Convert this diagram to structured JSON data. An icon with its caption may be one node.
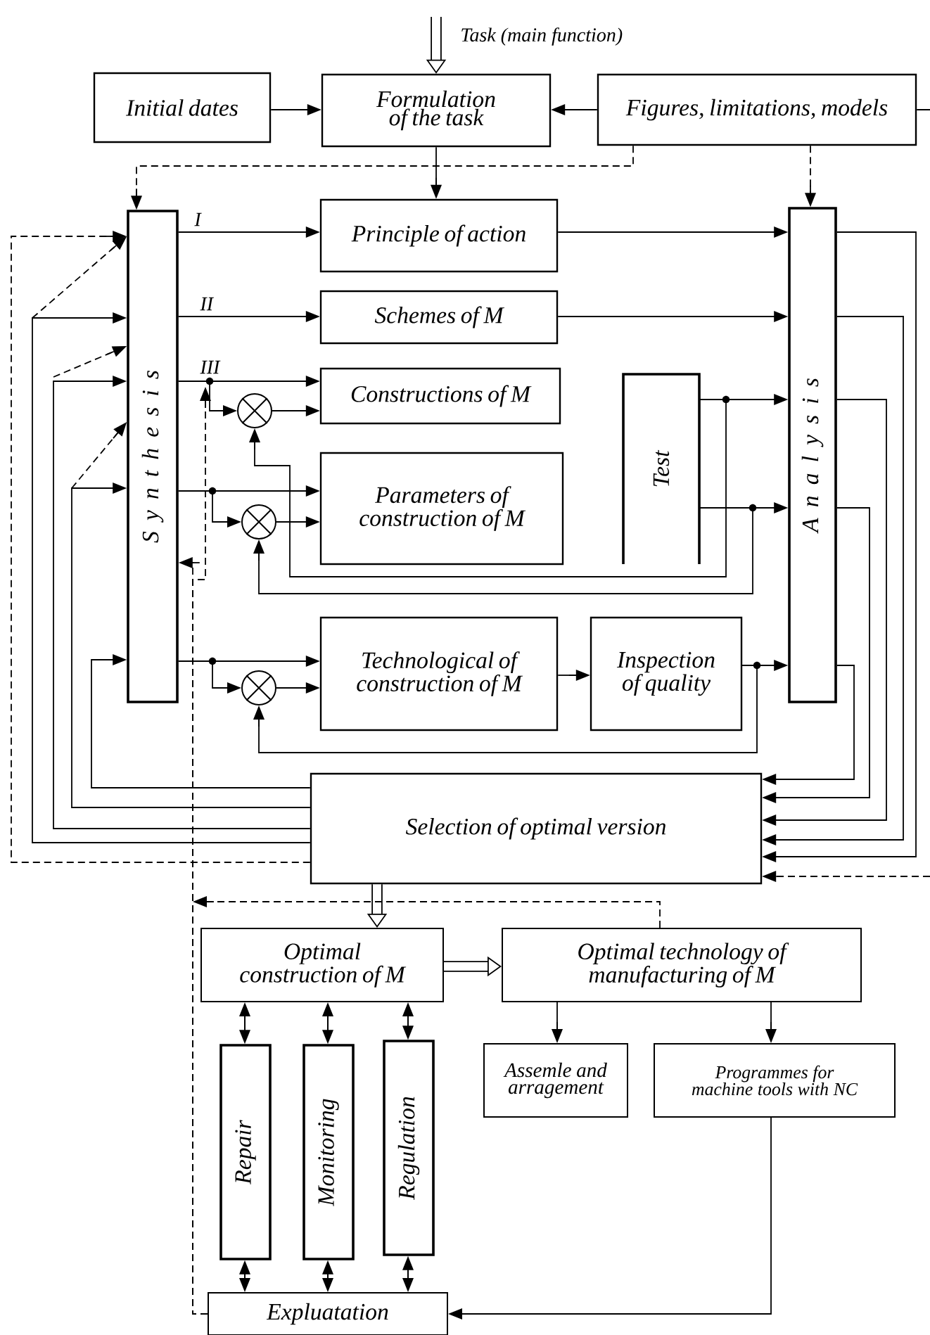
{
  "diagram": {
    "nodes": [
      {
        "text": [
          "Initial dates"
        ]
      },
      {
        "text": [
          "Formulation of the task"
        ]
      },
      {
        "text": [
          "Figures, limitations, models"
        ]
      },
      {
        "text": [
          "S y n t h e s i s"
        ]
      },
      {
        "text": [
          "Principle of action"
        ]
      },
      {
        "text": [
          "Schemes of M"
        ]
      },
      {
        "text": [
          "Constructions of M"
        ]
      },
      {
        "text": [
          "Parameters of construction of M"
        ]
      },
      {
        "text": [
          "Test"
        ]
      },
      {
        "text": [
          "A n a l y s i s"
        ]
      },
      {
        "text": [
          "Technological of construction of M"
        ]
      },
      {
        "text": [
          "Inspection of quality"
        ]
      },
      {
        "text": [
          "Selection of optimal version"
        ]
      },
      {
        "text": [
          "Optimal construction of M"
        ]
      },
      {
        "text": [
          "Optimal technology of manufacturing of M"
        ]
      },
      {
        "text": [
          "Repair"
        ]
      },
      {
        "text": [
          "Monitoring"
        ]
      },
      {
        "text": [
          "Regulation"
        ]
      },
      {
        "text": [
          "Assemle and arragement"
        ]
      },
      {
        "text": [
          "Programmes for machine tools with NC"
        ]
      },
      {
        "text": [
          "Expluatation"
        ]
      },
      {
        "text": [],
        "shape": "circle"
      },
      {
        "text": [],
        "shape": "circle"
      },
      {
        "text": [],
        "shape": "circle"
      }
    ],
    "edges": [
      {
        "from": 0,
        "to": 1,
        "arrow": "to"
      },
      {
        "from": 2,
        "to": 1,
        "arrow": "to"
      },
      {
        "from": null,
        "to": 1,
        "arrow": "to",
        "style": "thick",
        "label": "Task (main function)"
      },
      {
        "from": 1,
        "to": 4,
        "arrow": "to"
      },
      {
        "from": 2,
        "to": 3,
        "arrow": "to",
        "style": "dashed"
      },
      {
        "from": 2,
        "to": 9,
        "arrow": "to",
        "style": "dashed"
      },
      {
        "from": 3,
        "to": 4,
        "arrow": "to",
        "label": "I"
      },
      {
        "from": 3,
        "to": 5,
        "arrow": "to",
        "label": "II"
      },
      {
        "from": 3,
        "to": 6,
        "arrow": "to",
        "label": "III"
      },
      {
        "from": 3,
        "to": 21,
        "arrow": "to"
      },
      {
        "from": 21,
        "to": 6,
        "arrow": "to"
      },
      {
        "from": 3,
        "to": 7,
        "arrow": "to"
      },
      {
        "from": 3,
        "to": 22,
        "arrow": "to"
      },
      {
        "from": 22,
        "to": 7,
        "arrow": "to"
      },
      {
        "from": 3,
        "to": 10,
        "arrow": "to"
      },
      {
        "from": 3,
        "to": 23,
        "arrow": "to"
      },
      {
        "from": 23,
        "to": 10,
        "arrow": "to"
      },
      {
        "from": 4,
        "to": 9,
        "arrow": "to"
      },
      {
        "from": 5,
        "to": 9,
        "arrow": "to"
      },
      {
        "from": 8,
        "to": 9,
        "arrow": "to"
      },
      {
        "from": 8,
        "to": 9,
        "arrow": "to"
      },
      {
        "from": 8,
        "to": 21,
        "arrow": "to"
      },
      {
        "from": 8,
        "to": 22,
        "arrow": "to"
      },
      {
        "from": 10,
        "to": 11,
        "arrow": "to"
      },
      {
        "from": 11,
        "to": 9,
        "arrow": "to"
      },
      {
        "from": 11,
        "to": 23,
        "arrow": "to"
      },
      {
        "from": 9,
        "to": 12,
        "arrow": "to"
      },
      {
        "from": 9,
        "to": 12,
        "arrow": "to"
      },
      {
        "from": 9,
        "to": 12,
        "arrow": "to"
      },
      {
        "from": 9,
        "to": 12,
        "arrow": "to"
      },
      {
        "from": 9,
        "to": 12,
        "arrow": "to"
      },
      {
        "from": 2,
        "to": null,
        "arrow": "none"
      },
      {
        "from": null,
        "to": 12,
        "arrow": "to",
        "style": "dashed"
      },
      {
        "from": 12,
        "to": 3,
        "arrow": "to"
      },
      {
        "from": 12,
        "to": 3,
        "arrow": "to"
      },
      {
        "from": 12,
        "to": 3,
        "arrow": "to"
      },
      {
        "from": 12,
        "to": 3,
        "arrow": "to"
      },
      {
        "from": 12,
        "to": 3,
        "arrow": "to",
        "style": "dashed"
      },
      {
        "from": null,
        "to": 3,
        "arrow": "to",
        "style": "dashed"
      },
      {
        "from": null,
        "to": 3,
        "arrow": "to",
        "style": "dashed"
      },
      {
        "from": null,
        "to": 3,
        "arrow": "to",
        "style": "dashed"
      },
      {
        "from": 12,
        "to": 13,
        "arrow": "to",
        "style": "thick"
      },
      {
        "from": 13,
        "to": 14,
        "arrow": "to",
        "style": "thick"
      },
      {
        "from": 14,
        "to": 18,
        "arrow": "to"
      },
      {
        "from": 14,
        "to": 19,
        "arrow": "to"
      },
      {
        "from": 13,
        "to": 15,
        "arrow": "both"
      },
      {
        "from": 13,
        "to": 16,
        "arrow": "both"
      },
      {
        "from": 13,
        "to": 17,
        "arrow": "both"
      },
      {
        "from": 15,
        "to": 20,
        "arrow": "both"
      },
      {
        "from": 16,
        "to": 20,
        "arrow": "both"
      },
      {
        "from": 17,
        "to": 20,
        "arrow": "both"
      },
      {
        "from": 19,
        "to": 20,
        "arrow": "to"
      },
      {
        "from": 14,
        "to": null,
        "arrow": "to",
        "style": "dashed"
      },
      {
        "from": 20,
        "to": 3,
        "arrow": "to",
        "style": "dashed"
      },
      {
        "from": 20,
        "to": null,
        "arrow": "to",
        "style": "dashed"
      }
    ]
  }
}
